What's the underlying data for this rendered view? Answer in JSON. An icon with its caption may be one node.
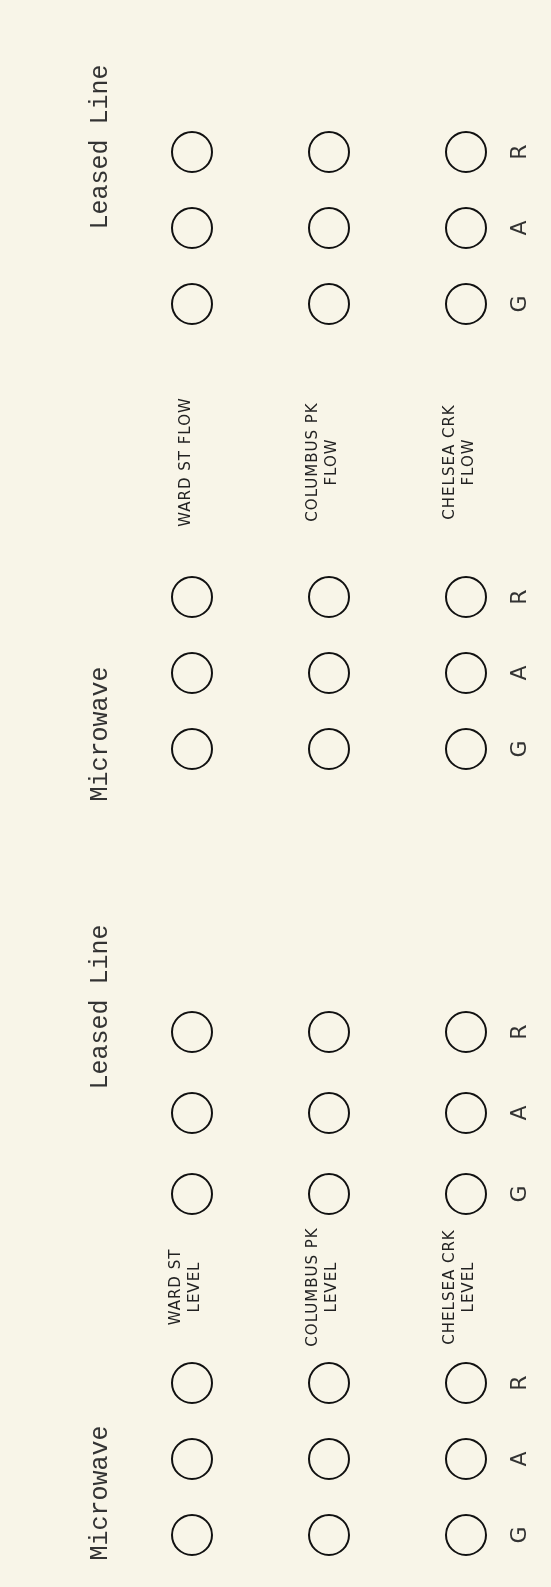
{
  "diagram": {
    "nodes": [
      {
        "text": [],
        "shape": "circle"
      },
      {
        "text": [],
        "shape": "circle"
      },
      {
        "text": [],
        "shape": "circle"
      },
      {
        "text": [],
        "shape": "circle"
      },
      {
        "text": [],
        "shape": "circle"
      },
      {
        "text": [],
        "shape": "circle"
      },
      {
        "text": [],
        "shape": "circle"
      },
      {
        "text": [],
        "shape": "circle"
      },
      {
        "text": [],
        "shape": "circle"
      },
      {
        "text": [],
        "shape": "circle"
      },
      {
        "text": [],
        "shape": "circle"
      },
      {
        "text": [],
        "shape": "circle"
      },
      {
        "text": [],
        "shape": "circle"
      },
      {
        "text": [],
        "shape": "circle"
      },
      {
        "text": [],
        "shape": "circle"
      },
      {
        "text": [],
        "shape": "circle"
      },
      {
        "text": [],
        "shape": "circle"
      },
      {
        "text": [],
        "shape": "circle"
      },
      {
        "text": [],
        "shape": "circle"
      },
      {
        "text": [],
        "shape": "circle"
      },
      {
        "text": [],
        "shape": "circle"
      },
      {
        "text": [],
        "shape": "circle"
      },
      {
        "text": [],
        "shape": "circle"
      },
      {
        "text": [],
        "shape": "circle"
      },
      {
        "text": [],
        "shape": "circle"
      },
      {
        "text": [],
        "shape": "circle"
      },
      {
        "text": [],
        "shape": "circle"
      },
      {
        "text": [],
        "shape": "circle"
      },
      {
        "text": [],
        "shape": "circle"
      },
      {
        "text": [],
        "shape": "circle"
      },
      {
        "text": [],
        "shape": "circle"
      },
      {
        "text": [],
        "shape": "circle"
      },
      {
        "text": [],
        "shape": "circle"
      },
      {
        "text": [],
        "shape": "circle"
      },
      {
        "text": [],
        "shape": "circle"
      },
      {
        "text": [],
        "shape": "circle"
      }
    ],
    "labels": [
      "Microwave",
      "Leased Line",
      "Microwave",
      "Leased Line",
      "WARD ST LEVEL",
      "WARD ST FLOW",
      "COLUMBUS PK LEVEL",
      "COLUMBUS PK FLOW",
      "CHELSEA CRK LEVEL",
      "CHELSEA CRK FLOW",
      "G",
      "A",
      "R",
      "G",
      "A",
      "R",
      "G",
      "A",
      "R",
      "G",
      "A",
      "R"
    ]
  }
}
